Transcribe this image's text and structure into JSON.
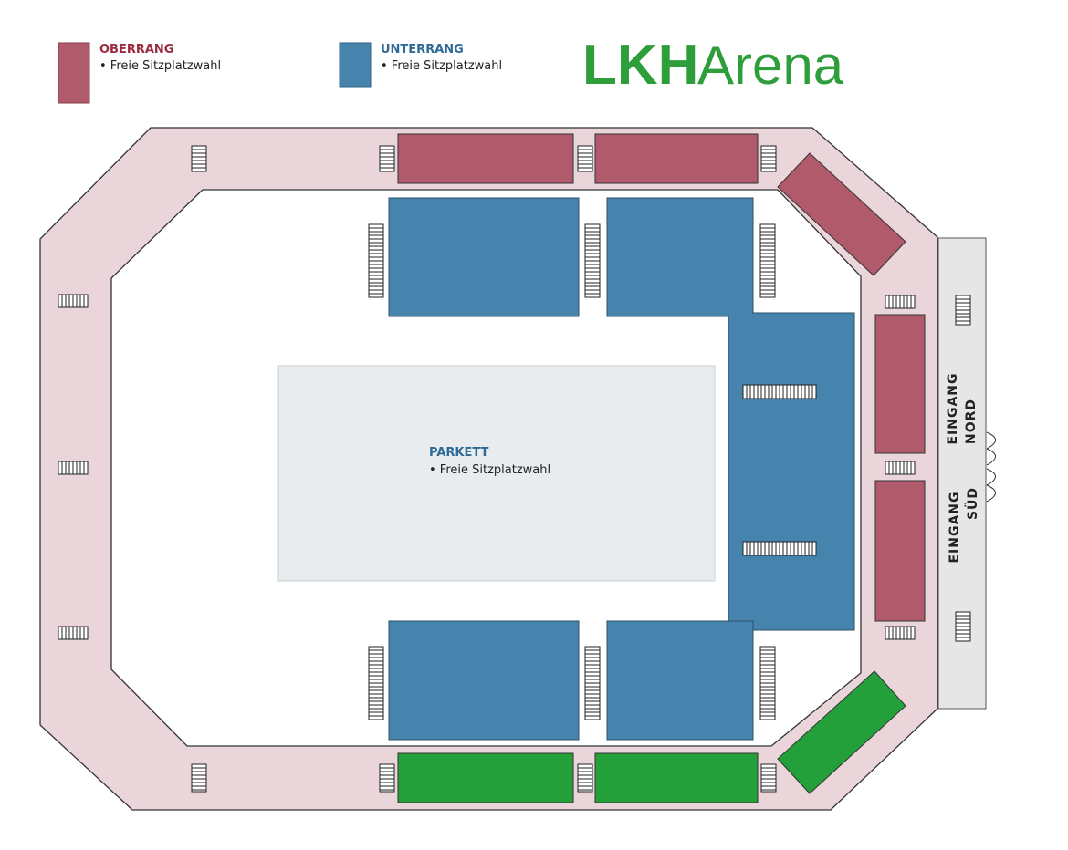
{
  "legend": {
    "oberrang": {
      "title": "OBERRANG",
      "desc": "• Freie Sitzplatzwahl",
      "color": "#B05A6C",
      "title_color": "#9B2B3E"
    },
    "unterrang": {
      "title": "UNTERRANG",
      "desc": "• Freie Sitzplatzwahl",
      "color": "#4684AD",
      "title_color": "#2D6A96"
    }
  },
  "logo": {
    "bold": "LKH",
    "light": "Arena",
    "color": "#2E9E3A"
  },
  "field": {
    "title": "PARKETT",
    "desc": "• Freie Sitzplatzwahl",
    "color": "#E8ECEE",
    "title_color": "#2D6A96"
  },
  "entrances": {
    "north_line1": "EINGANG",
    "north_line2": "NORD",
    "south_line1": "EINGANG",
    "south_line2": "SÜD"
  },
  "colors": {
    "concourse": "#EAD5DA",
    "oberrang": "#B05A6C",
    "unterrang": "#4684AD",
    "available": "#23A03A",
    "entrance_building": "#E6E6E6"
  }
}
